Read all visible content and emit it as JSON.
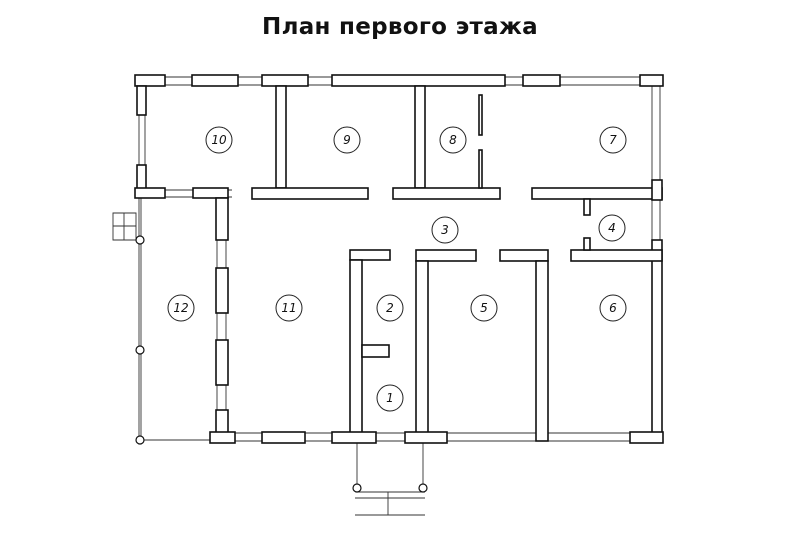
{
  "title": "План первого этажа",
  "rooms": [
    {
      "id": "10",
      "label": "10"
    },
    {
      "id": "9",
      "label": "9"
    },
    {
      "id": "8",
      "label": "8"
    },
    {
      "id": "7",
      "label": "7"
    },
    {
      "id": "3",
      "label": "3"
    },
    {
      "id": "4",
      "label": "4"
    },
    {
      "id": "12",
      "label": "12"
    },
    {
      "id": "11",
      "label": "11"
    },
    {
      "id": "2",
      "label": "2"
    },
    {
      "id": "5",
      "label": "5"
    },
    {
      "id": "6",
      "label": "6"
    },
    {
      "id": "1",
      "label": "1"
    }
  ]
}
